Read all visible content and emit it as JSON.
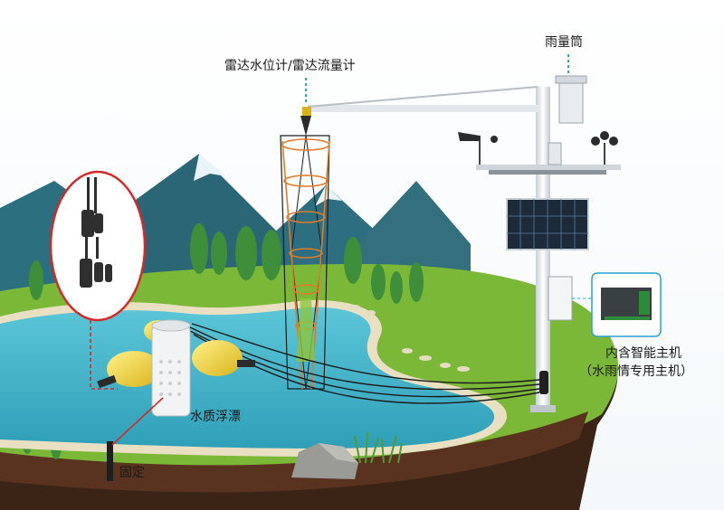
{
  "labels": {
    "radar": "雷达水位计/雷达流量计",
    "rain_gauge": "雨量筒",
    "host_line1": "内含智能主机",
    "host_line2": "（水雨情专用主机）",
    "buoy": "水质浮漂",
    "fixed": "固定"
  },
  "colors": {
    "water": "#3fb3c9",
    "grass": "#7cb838",
    "soil": "#3b2416",
    "mountain": "#2a6a7a",
    "pole": "#e8ecef",
    "buoy_float": "#f2d23c",
    "radar_beam": "#e07b2a",
    "leader_line": "#d62828"
  }
}
